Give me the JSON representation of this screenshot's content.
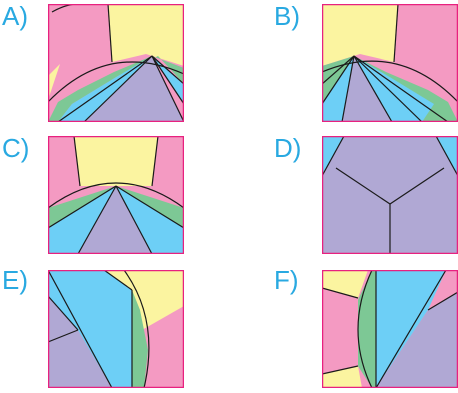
{
  "options": [
    {
      "letter": "A",
      "label": "A)"
    },
    {
      "letter": "B",
      "label": "B)"
    },
    {
      "letter": "C",
      "label": "C)"
    },
    {
      "letter": "D",
      "label": "D)"
    },
    {
      "letter": "E",
      "label": "E)"
    },
    {
      "letter": "F",
      "label": "F)"
    }
  ],
  "colors": {
    "label": "#29a9e1",
    "frame": "#e8217f",
    "outline": "#1a1a1a",
    "pink": "#f49ac2",
    "yellow": "#fbf4a0",
    "green": "#7dc895",
    "blue": "#6dcff6",
    "lavender": "#b0a8d4"
  }
}
